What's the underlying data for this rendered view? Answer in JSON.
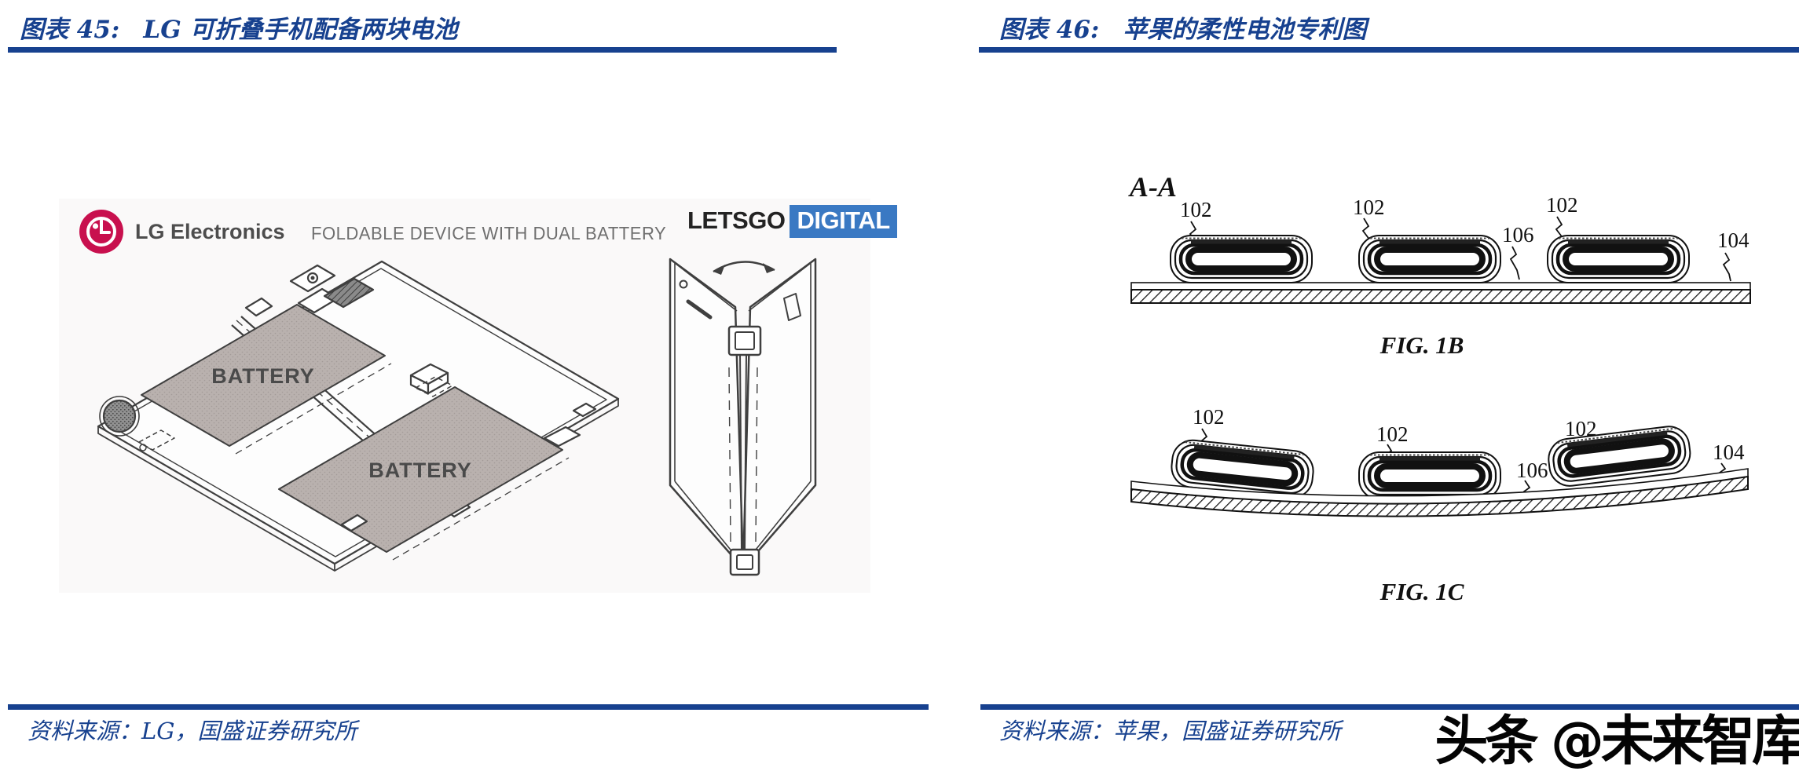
{
  "colors": {
    "accent_blue": "#17418f",
    "letsgo_blue": "#3a79c3",
    "lg_crimson": "#c8104e",
    "battery_gray": "#b9b1ae",
    "line_dark": "#3f3f3f"
  },
  "fig45": {
    "label": "图表 45:",
    "title": "LG 可折叠手机配备两块电池",
    "brand_name": "LG Electronics",
    "drawing_caption": "FOLDABLE DEVICE WITH DUAL BATTERY",
    "press_name_1": "LETSGO",
    "press_name_2": "DIGITAL",
    "battery_label_1": "BATTERY",
    "battery_label_2": "BATTERY",
    "source": "资料来源：LG，国盛证券研究所"
  },
  "fig46": {
    "label": "图表 46:",
    "title": "苹果的柔性电池专利图",
    "section_label": "A-A",
    "fig1b": {
      "caption": "FIG. 1B",
      "labels": [
        "102",
        "102",
        "102",
        "106",
        "104"
      ]
    },
    "fig1c": {
      "caption": "FIG. 1C",
      "labels": [
        "102",
        "102",
        "102",
        "106",
        "104"
      ]
    },
    "source": "资料来源：苹果，国盛证券研究所"
  },
  "watermark": "头条 @未来智库"
}
